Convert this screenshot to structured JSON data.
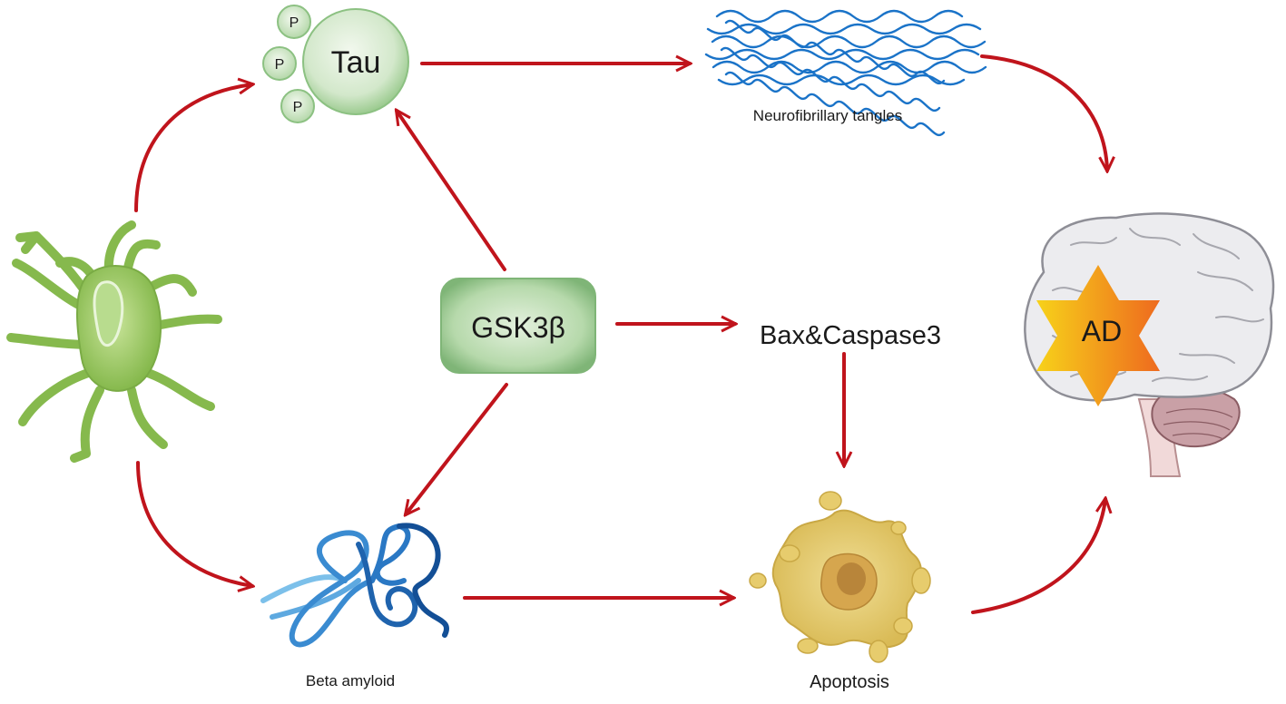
{
  "nodes": {
    "tau": {
      "label": "Tau",
      "phospho": [
        "P",
        "P",
        "P"
      ]
    },
    "gsk3b": {
      "label": "GSK3β"
    },
    "bax": {
      "label": "Bax&Caspase3"
    },
    "tangles": {
      "label": "Neurofibrillary tangles"
    },
    "amyloid": {
      "label": "Beta amyloid"
    },
    "apoptosis": {
      "label": "Apoptosis"
    },
    "ad": {
      "label": "AD"
    }
  },
  "icons": {
    "cell": "astrocyte-icon",
    "tangles": "neurofibrillary-tangles-icon",
    "amyloid": "beta-amyloid-icon",
    "apoptosis": "apoptotic-cell-icon",
    "brain": "brain-icon"
  },
  "colors": {
    "arrow": "#c0141c",
    "tau_fill": "#d8ead2",
    "gsk_fill": "#a8cf9f",
    "tangles": "#1a73c8",
    "amyloid": "#2a78c4",
    "cell": "#9acb60",
    "apoptosis": "#e9d27a",
    "star": "#f4b21c"
  }
}
